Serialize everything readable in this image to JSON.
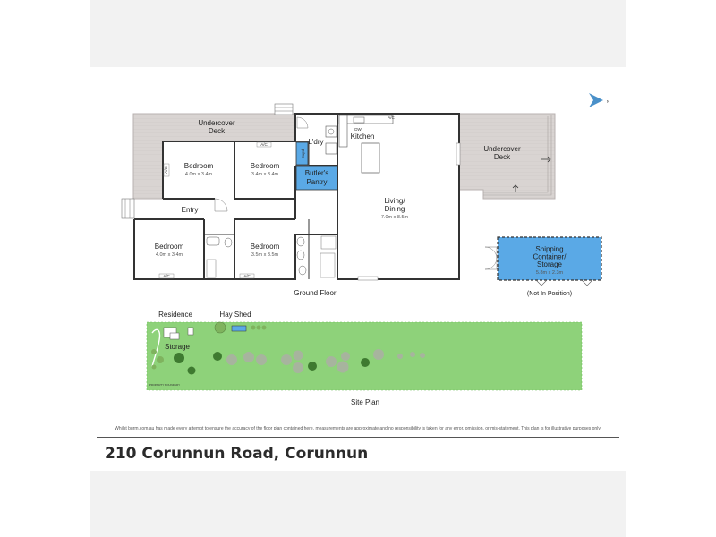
{
  "plan": {
    "floor_label": "Ground Floor",
    "site_label": "Site Plan",
    "north_label": "N"
  },
  "rooms": {
    "undercover_deck_left": "Undercover Deck",
    "undercover_deck_right": "Undercover Deck",
    "bedroom1": {
      "name": "Bedroom",
      "size": "4.0m x 3.4m"
    },
    "bedroom2": {
      "name": "Bedroom",
      "size": "3.4m x 3.4m"
    },
    "bedroom3": {
      "name": "Bedroom",
      "size": "4.0m x 3.4m"
    },
    "bedroom4": {
      "name": "Bedroom",
      "size": "3.5m x 3.5m"
    },
    "laundry": "L'dry",
    "cupboard": "Cupd",
    "butlers_pantry": "Butler's Pantry",
    "kitchen": "Kitchen",
    "dw": "DW",
    "living": {
      "name": "Living/ Dining",
      "size": "7.0m x 8.5m"
    },
    "entry": "Entry",
    "ac": "A/C"
  },
  "container": {
    "name": "Shipping Container/ Storage",
    "size": "5.8m x 2.3m",
    "note": "(Not In Position)"
  },
  "site": {
    "residence": "Residence",
    "hay_shed": "Hay Shed",
    "storage": "Storage",
    "boundary_note": "PROPERTY BOUNDARY"
  },
  "disclaimer": "Whilst burm.com.au has made every attempt to ensure the accuracy of the floor plan contained here, measurements are approximate and no responsibility is taken for any error, omission, or mis-statement. This plan is for illustrative purposes only.",
  "address": "210 Corunnun Road, Corunnun",
  "colors": {
    "deck": "#d9d4d2",
    "wall": "#333333",
    "highlight": "#5aa9e6",
    "grass": "#8ed27a",
    "tree": "#6a9b4f"
  }
}
